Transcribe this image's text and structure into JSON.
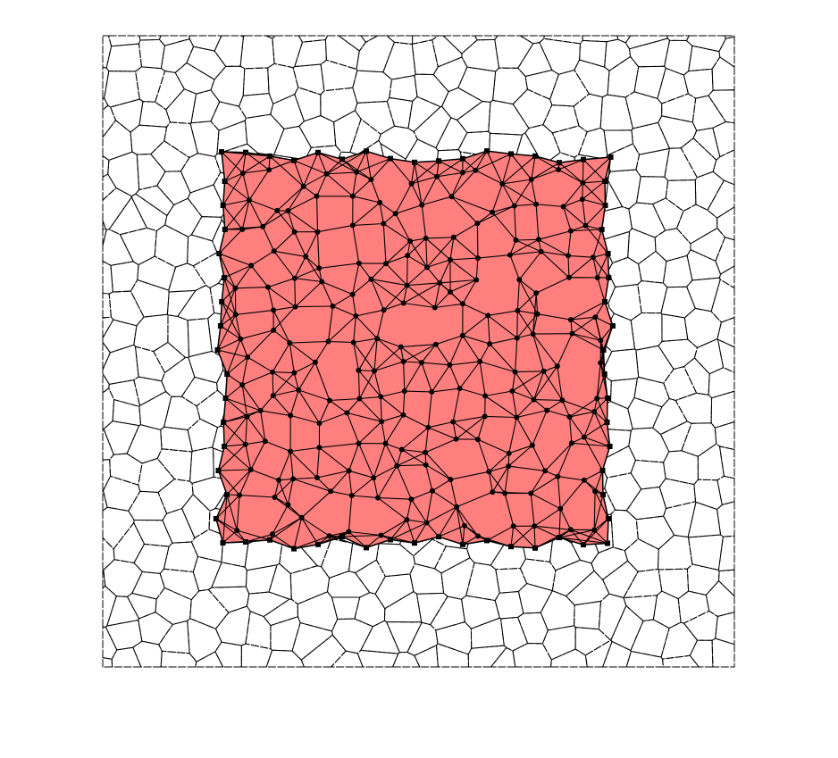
{
  "diagram": {
    "kind": "voronoi-delaunay-mesh",
    "background_cells": "voronoi-tessellation",
    "highlighted_region": "delaunay-triangulation",
    "colors": {
      "region_fill": "#ff7f7f",
      "edge": "#000000",
      "voronoi_edge": "#000000",
      "background": "#ffffff"
    }
  }
}
